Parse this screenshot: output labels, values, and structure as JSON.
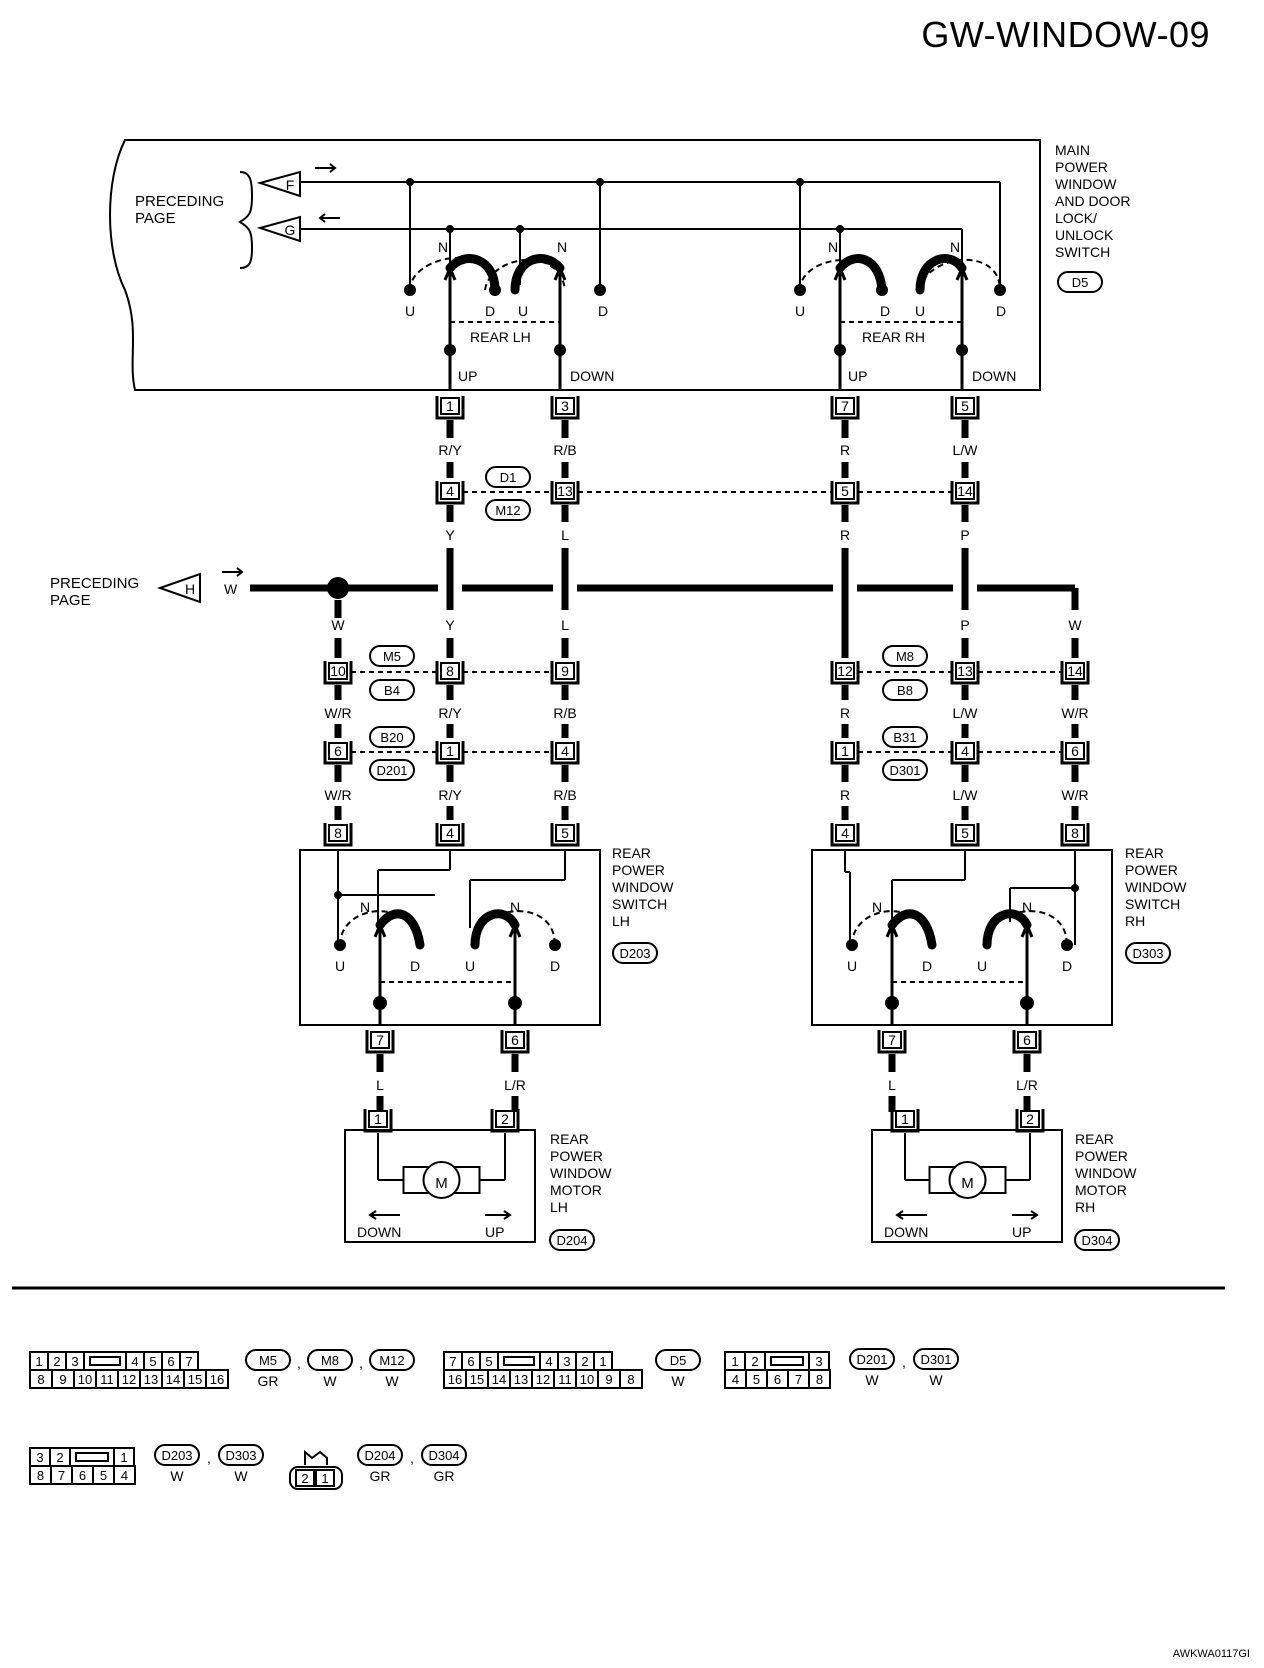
{
  "title": "GW-WINDOW-09",
  "diagram_code": "AWKWA0117GI",
  "preceding_page": "PRECEDING\nPAGE",
  "connectors_letters": {
    "f": "F",
    "g": "G",
    "h": "H"
  },
  "main_switch": {
    "label": "MAIN\nPOWER\nWINDOW\nAND DOOR\nLOCK/\nUNLOCK\nSWITCH",
    "connector": "D5",
    "rear_lh": "REAR LH",
    "rear_rh": "REAR RH",
    "up": "UP",
    "down": "DOWN",
    "n": "N",
    "u": "U",
    "d": "D",
    "pins": [
      "1",
      "3",
      "7",
      "5"
    ]
  },
  "wire_colors_top": [
    "R/Y",
    "R/B",
    "R",
    "L/W"
  ],
  "junction_d1": {
    "connectors": [
      "D1",
      "M12"
    ],
    "pins": [
      "4",
      "13",
      "5",
      "14"
    ],
    "wire_colors": [
      "Y",
      "L",
      "R",
      "P"
    ]
  },
  "w_feed": "W",
  "mid_colors": [
    "W",
    "Y",
    "L",
    "P",
    "W"
  ],
  "junction_m5": {
    "connectors": [
      "M5",
      "B4"
    ],
    "pins": [
      "10",
      "8",
      "9"
    ]
  },
  "junction_m8": {
    "connectors": [
      "M8",
      "B8"
    ],
    "pins": [
      "12",
      "13",
      "14"
    ]
  },
  "colors_m5_lower": [
    "W/R",
    "R/Y",
    "R/B"
  ],
  "colors_m8_lower": [
    "R",
    "L/W",
    "W/R"
  ],
  "junction_b20": {
    "connectors": [
      "B20",
      "D201"
    ],
    "pins": [
      "6",
      "1",
      "4"
    ]
  },
  "junction_b31": {
    "connectors": [
      "B31",
      "D301"
    ],
    "pins": [
      "1",
      "4",
      "6"
    ]
  },
  "colors_b20_lower": [
    "W/R",
    "R/Y",
    "R/B"
  ],
  "colors_b31_lower": [
    "R",
    "L/W",
    "W/R"
  ],
  "rear_switch_lh": {
    "label": "REAR\nPOWER\nWINDOW\nSWITCH\nLH",
    "connector": "D203",
    "top_pins": [
      "8",
      "4",
      "5"
    ],
    "bottom_pins": [
      "7",
      "6"
    ]
  },
  "rear_switch_rh": {
    "label": "REAR\nPOWER\nWINDOW\nSWITCH\nRH",
    "connector": "D303",
    "top_pins": [
      "4",
      "5",
      "8"
    ],
    "bottom_pins": [
      "7",
      "6"
    ]
  },
  "motor_wires": [
    "L",
    "L/R"
  ],
  "motor_lh": {
    "label": "REAR\nPOWER\nWINDOW\nMOTOR\nLH",
    "connector": "D204",
    "pins": [
      "1",
      "2"
    ],
    "m": "M",
    "down": "DOWN",
    "up": "UP"
  },
  "motor_rh": {
    "label": "REAR\nPOWER\nWINDOW\nMOTOR\nRH",
    "connector": "D304",
    "pins": [
      "1",
      "2"
    ],
    "m": "M",
    "down": "DOWN",
    "up": "UP"
  },
  "legend": {
    "c16": {
      "top": [
        "1",
        "2",
        "3",
        "4",
        "5",
        "6",
        "7"
      ],
      "bottom": [
        "8",
        "9",
        "10",
        "11",
        "12",
        "13",
        "14",
        "15",
        "16"
      ],
      "ids": [
        "M5",
        "M8",
        "M12"
      ],
      "colors": [
        "GR",
        "W",
        "W"
      ]
    },
    "d5": {
      "top": [
        "7",
        "6",
        "5",
        "4",
        "3",
        "2",
        "1"
      ],
      "bottom": [
        "16",
        "15",
        "14",
        "13",
        "12",
        "11",
        "10",
        "9",
        "8"
      ],
      "ids": [
        "D5"
      ],
      "colors": [
        "W"
      ]
    },
    "c8": {
      "top": [
        "1",
        "2",
        "3"
      ],
      "bottom": [
        "4",
        "5",
        "6",
        "7",
        "8"
      ],
      "ids": [
        "D201",
        "D301"
      ],
      "colors": [
        "W",
        "W"
      ]
    },
    "c8b": {
      "top": [
        "3",
        "2",
        "1"
      ],
      "bottom": [
        "8",
        "7",
        "6",
        "5",
        "4"
      ],
      "ids": [
        "D203",
        "D303"
      ],
      "colors": [
        "W",
        "W"
      ]
    },
    "c2": {
      "pins": [
        "2",
        "1"
      ],
      "ids": [
        "D204",
        "D304"
      ],
      "colors": [
        "GR",
        "GR"
      ]
    },
    "comma": ","
  }
}
